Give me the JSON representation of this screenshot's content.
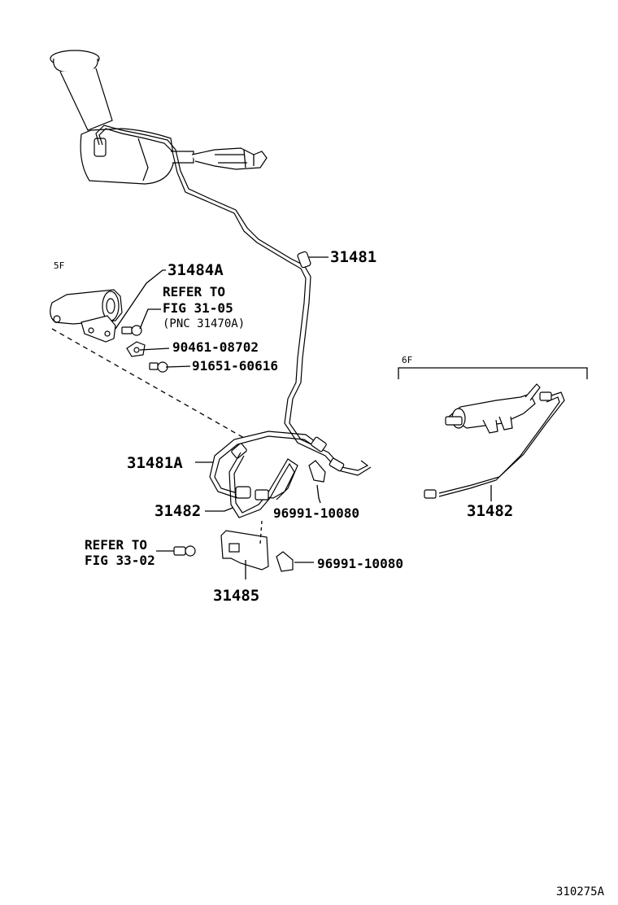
{
  "labels": {
    "pn_31481": "31481",
    "pn_31484a": "31484A",
    "refer_to_1": "REFER TO",
    "fig_31_05": "FIG 31-05",
    "pnc_31470a": "(PNC 31470A)",
    "pn_90461": "90461-08702",
    "pn_91651": "91651-60616",
    "pn_31481a": "31481A",
    "pn_31482_left": "31482",
    "pn_96991_a": "96991-10080",
    "refer_to_2": "REFER TO",
    "fig_33_02": "FIG 33-02",
    "pn_96991_b": "96991-10080",
    "pn_31485": "31485",
    "pn_31482_right": "31482",
    "variant_5f": "5F",
    "variant_6f": "6F",
    "figure_id": "310275A"
  }
}
